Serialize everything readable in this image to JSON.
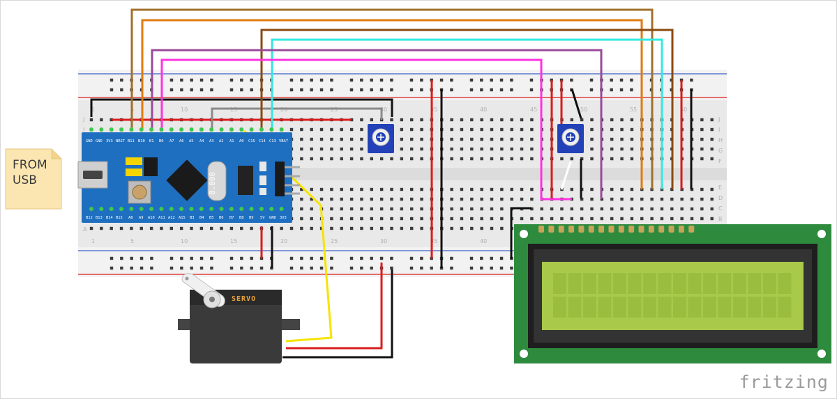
{
  "usb_note": {
    "label": "FROM\nUSB"
  },
  "brand": {
    "label": "fritzing"
  },
  "breadboard": {
    "column_numbers": [
      "1",
      "5",
      "10",
      "15",
      "20",
      "25",
      "30",
      "35",
      "40",
      "45",
      "50",
      "55",
      "60"
    ],
    "row_letters_top": [
      "J",
      "I",
      "H",
      "G",
      "F"
    ],
    "row_letters_bottom": [
      "E",
      "D",
      "C",
      "B",
      "A"
    ]
  },
  "mcu": {
    "top_pins": [
      "GND",
      "GND",
      "3V3",
      "NRST",
      "B11",
      "B10",
      "B1",
      "B0",
      "A7",
      "A6",
      "A5",
      "A4",
      "A3",
      "A2",
      "A1",
      "A0",
      "C15",
      "C14",
      "C13",
      "VBAT"
    ],
    "bottom_pins": [
      "B12",
      "B13",
      "B14",
      "B15",
      "A8",
      "A9",
      "A10",
      "A11",
      "A12",
      "A15",
      "B3",
      "B4",
      "B5",
      "B6",
      "B7",
      "B8",
      "B9",
      "5V",
      "GND",
      "3V3"
    ],
    "crystal_label": "8.000"
  },
  "servo": {
    "label": "SERVO"
  },
  "colors": {
    "breadboard": "#e9e9e9",
    "mcu_board": "#1f6fc0",
    "lcd_pcb": "#2e8b3e",
    "lcd_screen": "#a9c94a",
    "wire_red": "#d91c1c",
    "wire_black": "#111111",
    "wire_yellow": "#f5e400",
    "wire_magenta": "#ff33e0",
    "wire_purple": "#9a4a9a",
    "wire_cyan": "#33e8e0",
    "wire_orange": "#e07a10",
    "wire_brown": "#8a4a10",
    "wire_olive": "#a0702a",
    "wire_gray": "#8a8a8a"
  }
}
